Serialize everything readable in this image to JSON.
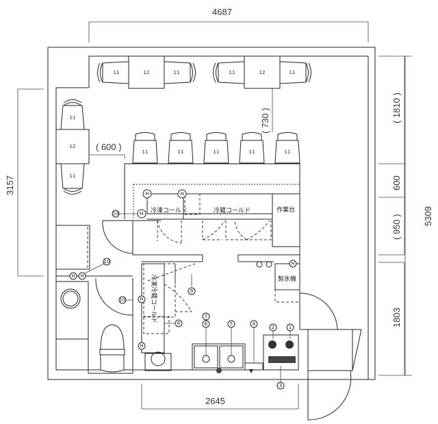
{
  "dimensions": {
    "top_width": "4687",
    "bottom_width": "2645",
    "left_height": "3157",
    "right_total": "5309",
    "right_seg_1": "( 1810 )",
    "right_seg_2": "600",
    "right_seg_3": "( 950 )",
    "right_seg_4": "1803",
    "aisle_width": "( 600 )",
    "aisle_depth": "( 730 )"
  },
  "labels": {
    "freezer_cold": "冷凍コールド",
    "fridge_cold": "冷蔵コールド",
    "worktable": "作業台",
    "ice_machine": "製氷機",
    "freezer_fridge_cold": "冷凍冷蔵コールド"
  },
  "markers": {
    "chair": "11",
    "table": "12",
    "m1": "1",
    "m2": "2",
    "m3": "3",
    "m4": "4",
    "m5": "5",
    "m6": "6",
    "m7": "7",
    "m8": "8",
    "m9": "9",
    "m10": "10",
    "outlet": "H"
  },
  "colors": {
    "line": "#222222",
    "background": "#ffffff"
  }
}
